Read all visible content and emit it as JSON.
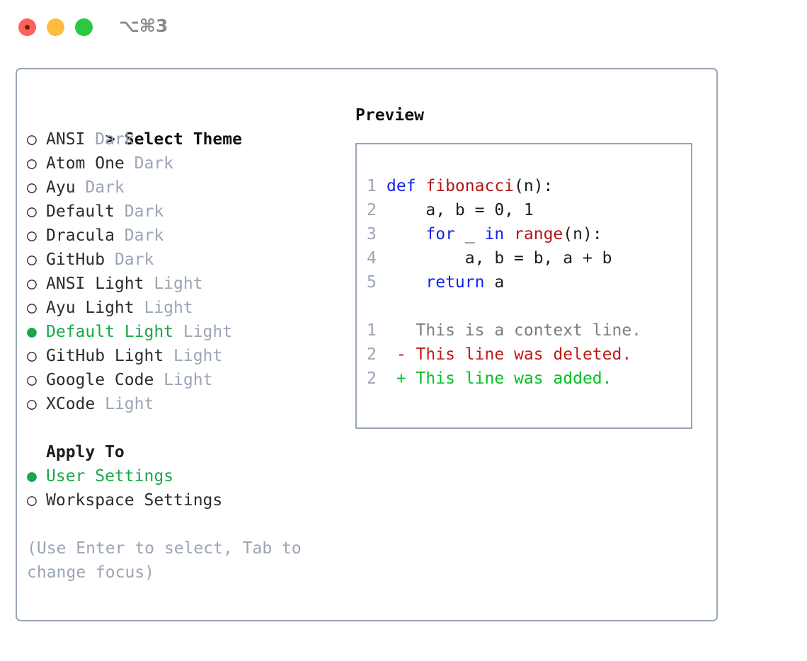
{
  "window": {
    "shortcut_label": "⌥⌘3",
    "controls": [
      {
        "name": "close",
        "color": "#fb625a"
      },
      {
        "name": "minimize",
        "color": "#fcbc40"
      },
      {
        "name": "maximize",
        "color": "#2ac940"
      }
    ]
  },
  "colors": {
    "selected_green": "#18a848",
    "muted_gray": "#9aa5b5",
    "border": "#9aa5b5",
    "keyword_blue": "#1423e8",
    "function_red": "#b01616",
    "diff_add_green": "#00c120",
    "diff_del_red": "#c21a12",
    "diff_context_gray": "#7d7d7d"
  },
  "theme_list": {
    "header": {
      "marker": ">",
      "label": "Select Theme"
    },
    "markers": {
      "selected": "●",
      "unselected": "○"
    },
    "items": [
      {
        "marker": "○",
        "label": "ANSI",
        "suffix": "Dark",
        "selected": false
      },
      {
        "marker": "○",
        "label": "Atom One",
        "suffix": "Dark",
        "selected": false
      },
      {
        "marker": "○",
        "label": "Ayu",
        "suffix": "Dark",
        "selected": false
      },
      {
        "marker": "○",
        "label": "Default",
        "suffix": "Dark",
        "selected": false
      },
      {
        "marker": "○",
        "label": "Dracula",
        "suffix": "Dark",
        "selected": false
      },
      {
        "marker": "○",
        "label": "GitHub",
        "suffix": "Dark",
        "selected": false
      },
      {
        "marker": "○",
        "label": "ANSI Light",
        "suffix": "Light",
        "selected": false
      },
      {
        "marker": "○",
        "label": "Ayu Light",
        "suffix": "Light",
        "selected": false
      },
      {
        "marker": "●",
        "label": "Default Light",
        "suffix": "Light",
        "selected": true
      },
      {
        "marker": "○",
        "label": "GitHub Light",
        "suffix": "Light",
        "selected": false
      },
      {
        "marker": "○",
        "label": "Google Code",
        "suffix": "Light",
        "selected": false
      },
      {
        "marker": "○",
        "label": "XCode",
        "suffix": "Light",
        "selected": false
      }
    ]
  },
  "apply_to": {
    "title": "Apply To",
    "items": [
      {
        "marker": "●",
        "label": "User Settings",
        "selected": true
      },
      {
        "marker": "○",
        "label": "Workspace Settings",
        "selected": false
      }
    ]
  },
  "hint": "(Use Enter to select, Tab to change focus)",
  "preview": {
    "title": "Preview",
    "code_lines": [
      {
        "num": "1",
        "segments": [
          {
            "text": "def ",
            "style": "kw"
          },
          {
            "text": "fibonacci",
            "style": "fn"
          },
          {
            "text": "(n):",
            "style": "txt"
          }
        ]
      },
      {
        "num": "2",
        "segments": [
          {
            "text": "    a, b = 0, 1",
            "style": "txt"
          }
        ]
      },
      {
        "num": "3",
        "segments": [
          {
            "text": "    ",
            "style": "txt"
          },
          {
            "text": "for ",
            "style": "kw"
          },
          {
            "text": "_ ",
            "style": "txt"
          },
          {
            "text": "in ",
            "style": "kw"
          },
          {
            "text": "range",
            "style": "fn"
          },
          {
            "text": "(n):",
            "style": "txt"
          }
        ]
      },
      {
        "num": "4",
        "segments": [
          {
            "text": "        a, b = b, a + b",
            "style": "txt"
          }
        ]
      },
      {
        "num": "5",
        "segments": [
          {
            "text": "    ",
            "style": "txt"
          },
          {
            "text": "return ",
            "style": "kw"
          },
          {
            "text": "a",
            "style": "txt"
          }
        ]
      }
    ],
    "diff_lines": [
      {
        "num": "1",
        "marker": " ",
        "text": "This is a context line.",
        "kind": "context"
      },
      {
        "num": "2",
        "marker": "-",
        "text": "This line was deleted.",
        "kind": "del"
      },
      {
        "num": "2",
        "marker": "+",
        "text": "This line was added.",
        "kind": "add"
      }
    ]
  }
}
